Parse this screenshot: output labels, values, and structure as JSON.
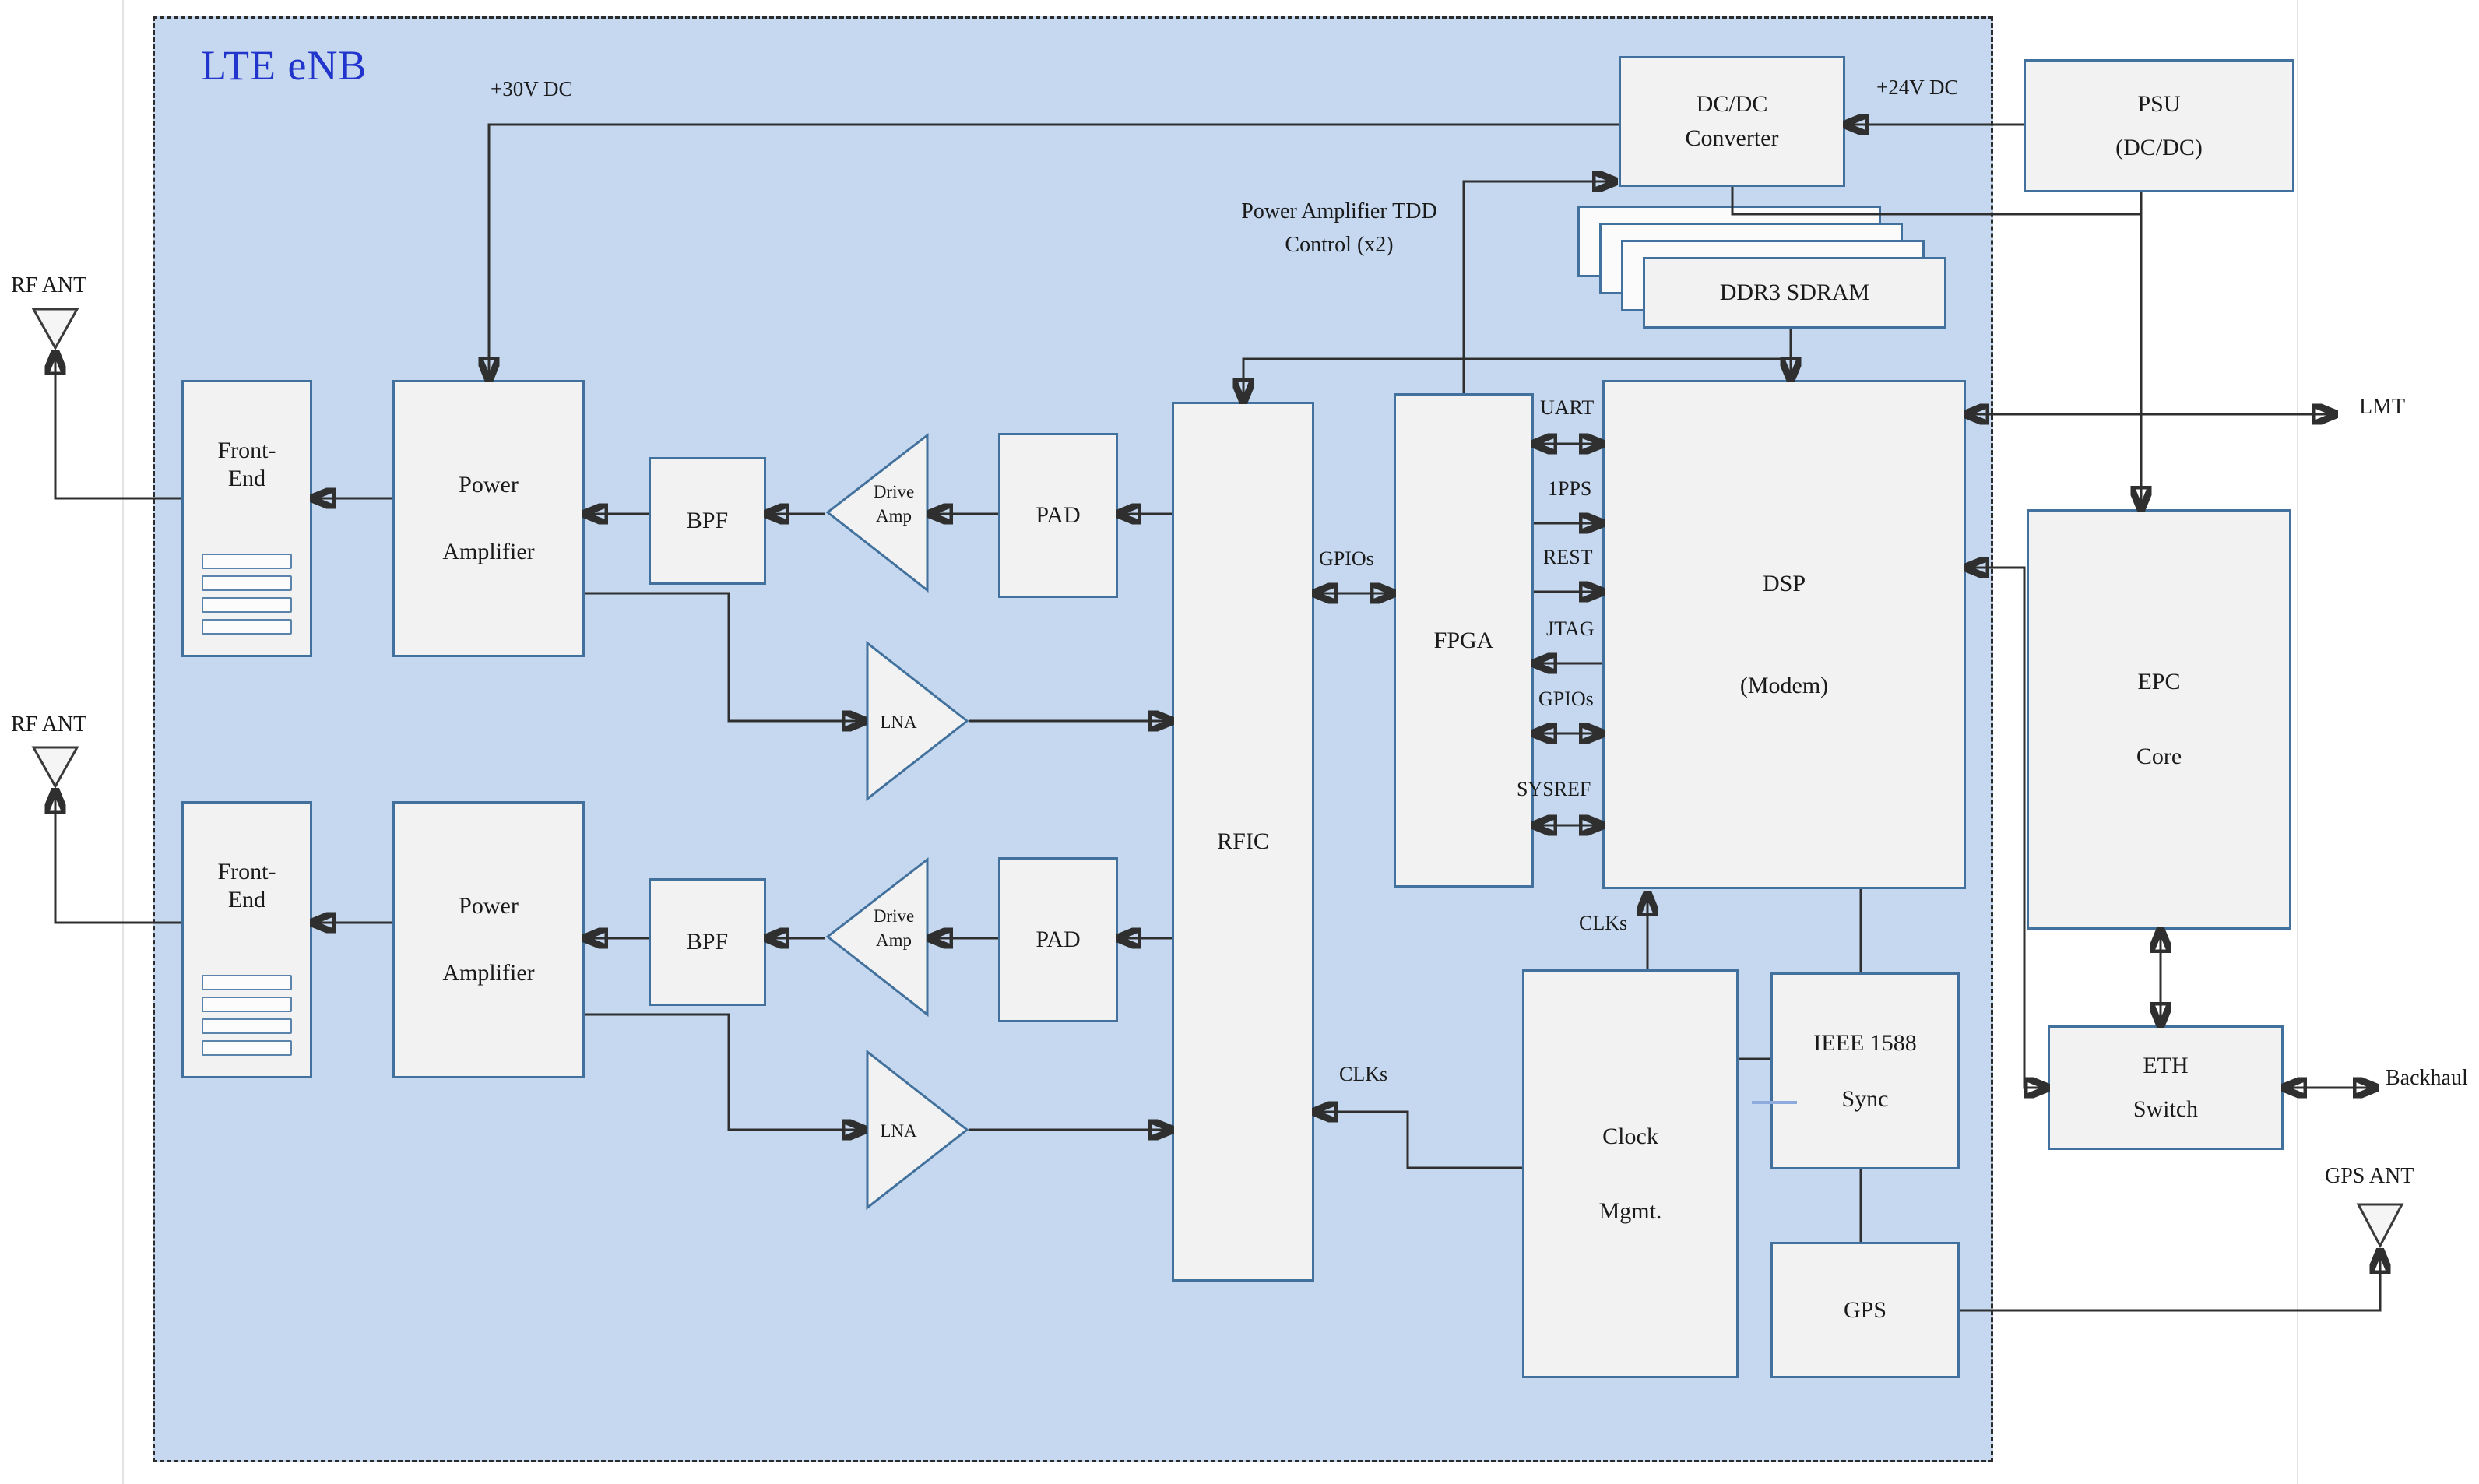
{
  "diagram": {
    "title": "LTE eNB",
    "blocks": {
      "psu": {
        "l1": "PSU",
        "l2": "(DC/DC)"
      },
      "dcdc": {
        "l1": "DC/DC",
        "l2": "Converter"
      },
      "ddr3": "DDR3 SDRAM",
      "front_end": {
        "l1": "Front-",
        "l2": "End"
      },
      "power_amp": {
        "l1": "Power",
        "l2": "Amplifier"
      },
      "bpf": "BPF",
      "drive_amp": {
        "l1": "Drive",
        "l2": "Amp"
      },
      "pad": "PAD",
      "lna": "LNA",
      "rfic": "RFIC",
      "fpga": "FPGA",
      "dsp": {
        "l1": "DSP",
        "l2": "(Modem)"
      },
      "clock": {
        "l1": "Clock",
        "l2": "Mgmt."
      },
      "ieee1588": {
        "l1": "IEEE 1588",
        "l2": "Sync"
      },
      "gps": "GPS",
      "epc": {
        "l1": "EPC",
        "l2": "Core"
      },
      "eth": {
        "l1": "ETH",
        "l2": "Switch"
      }
    },
    "labels": {
      "v30": "+30V DC",
      "v24": "+24V DC",
      "tdd1": "Power Amplifier TDD",
      "tdd2": "Control (x2)",
      "rf_ant": "RF ANT",
      "gps_ant": "GPS ANT",
      "lmt": "LMT",
      "backhaul": "Backhaul",
      "uart": "UART",
      "pps": "1PPS",
      "rest": "REST",
      "jtag": "JTAG",
      "gpios_fpga_dsp": "GPIOs",
      "sysref": "SYSREF",
      "gpios_rfic_fpga": "GPIOs",
      "clks_rfic": "CLKs",
      "clks_dsp": "CLKs"
    },
    "colors": {
      "canvas": "#c5d8ef",
      "block_fill": "#f2f2f2",
      "block_border": "#41719c",
      "line": "#2f2f2f",
      "title": "#2134cc"
    }
  }
}
